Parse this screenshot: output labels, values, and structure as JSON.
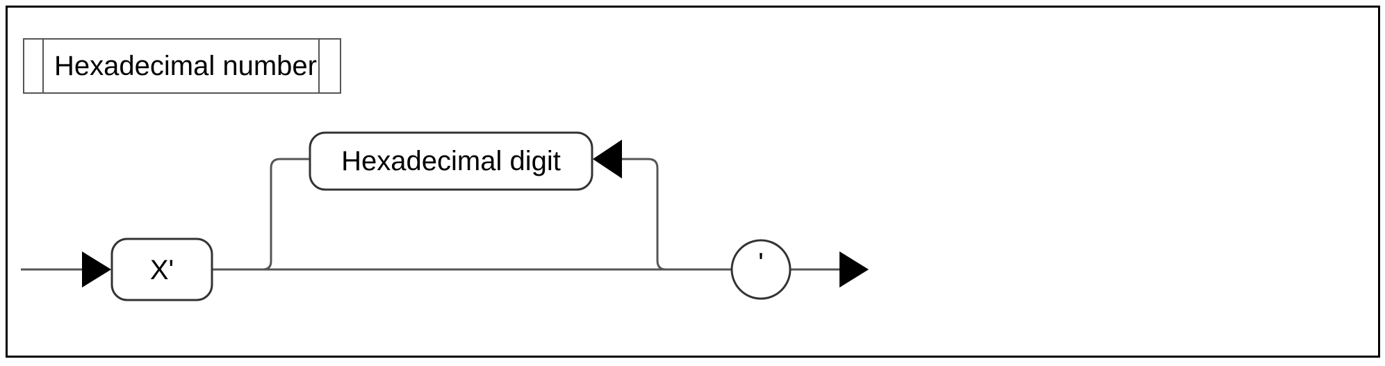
{
  "diagram": {
    "type": "railroad-syntax-diagram",
    "title": "Hexadecimal number",
    "background_color": "#ffffff",
    "line_color": "#555555",
    "border_color": "#000000",
    "text_color": "#000000",
    "title_box": {
      "label": "Hexadecimal number",
      "left_cell_label": "",
      "right_cell_label": ""
    },
    "nodes": [
      {
        "id": "terminal-x-quote",
        "shape": "rounded-rect",
        "kind": "terminal",
        "label": "X'"
      },
      {
        "id": "nonterminal-hexadecimal-digit",
        "shape": "rounded-rect",
        "kind": "nonterminal",
        "label": "Hexadecimal digit"
      },
      {
        "id": "terminal-quote",
        "shape": "circle",
        "kind": "terminal",
        "label": "'"
      }
    ],
    "arrows": [
      {
        "id": "start-arrow",
        "direction": "right"
      },
      {
        "id": "loop-back-arrow",
        "direction": "left"
      },
      {
        "id": "end-arrow",
        "direction": "right"
      }
    ]
  }
}
